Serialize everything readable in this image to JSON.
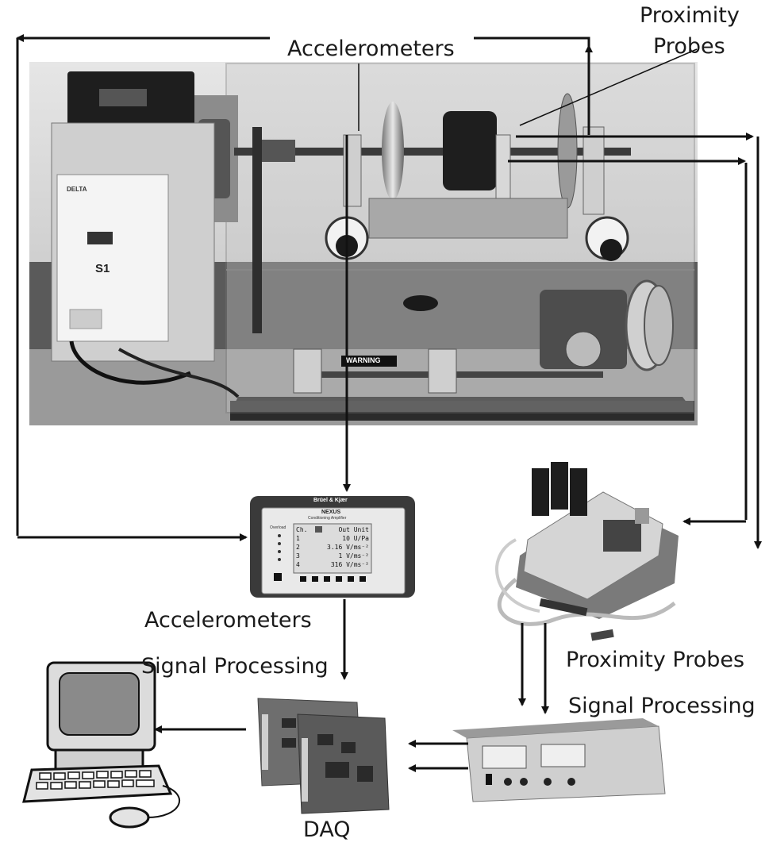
{
  "labels": {
    "accelerometers_top": "Accelerometers",
    "proximity_top_line1": "Proximity",
    "proximity_top_line2": "Probes",
    "accelerometers_mid": "Accelerometers",
    "signal_processing_left": "Signal Processing",
    "proximity_mid": "Proximity Probes",
    "signal_processing_right": "Signal Processing",
    "daq": "DAQ"
  },
  "rig": {
    "drive_badge": "S1",
    "warning_plate": "WARNING",
    "brand": "DELTA"
  },
  "amplifier": {
    "brand": "Brüel & Kjær",
    "model": "NEXUS",
    "subtitle": "Conditioning Amplifier",
    "status_label": "Overload",
    "header": {
      "ch": "Ch.",
      "out_unit": "Out Unit"
    },
    "rows": [
      {
        "ch": "1",
        "value": "10 U/Pa"
      },
      {
        "ch": "2",
        "value": "3.16 V/ms⁻²"
      },
      {
        "ch": "3",
        "value": "1 V/ms⁻²"
      },
      {
        "ch": "4",
        "value": "316 V/ms⁻²"
      }
    ]
  },
  "colors": {
    "line": "#111111",
    "photo_dark": "#2e2e2e",
    "photo_mid": "#8c8c8c",
    "photo_light": "#d9d9d9"
  }
}
